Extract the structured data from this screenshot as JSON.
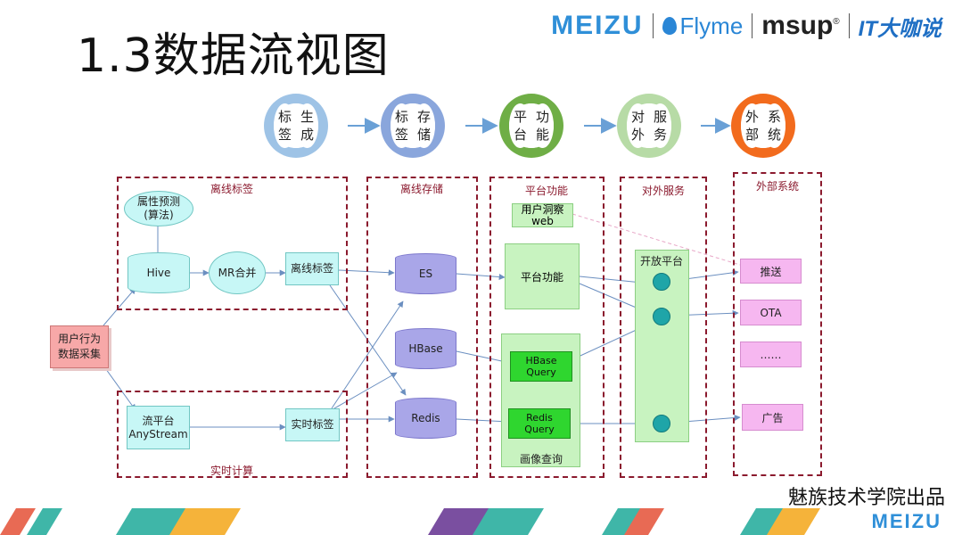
{
  "page_title": "1.3数据流视图",
  "logos": {
    "meizu": "MEIZU",
    "flyme": "Flyme",
    "msup": "msup",
    "msup_mark": "®",
    "it": "IT大咖说"
  },
  "stages": [
    {
      "line1": "标签",
      "line2": "生成",
      "color": "#9ec3e6"
    },
    {
      "line1": "标签",
      "line2": "存储",
      "color": "#8aa6dc"
    },
    {
      "line1": "平台",
      "line2": "功能",
      "color": "#6fae46"
    },
    {
      "line1": "对外",
      "line2": "服务",
      "color": "#b7dba6"
    },
    {
      "line1": "外部",
      "line2": "系统",
      "color": "#f26b1d"
    }
  ],
  "sections": {
    "offline_tags": "离线标签",
    "realtime": "实时计算",
    "offline_storage": "离线存储",
    "platform": "平台功能",
    "external_service": "对外服务",
    "external_system": "外部系统"
  },
  "nodes": {
    "attr_predict_1": "属性预测",
    "attr_predict_2": "(算法)",
    "hive": "Hive",
    "mr_merge": "MR合并",
    "offline_tag": "离线标签",
    "user_behavior_1": "用户行为",
    "user_behavior_2": "数据采集",
    "stream_1": "流平台",
    "stream_2": "AnyStream",
    "realtime_tag": "实时标签",
    "es": "ES",
    "hbase": "HBase",
    "redis": "Redis",
    "insight_1": "用户洞察",
    "insight_2": "web",
    "platform_func": "平台功能",
    "hbase_query_1": "HBase",
    "hbase_query_2": "Query",
    "redis_query_1": "Redis",
    "redis_query_2": "Query",
    "portrait_query": "画像查询",
    "open_platform": "开放平台",
    "push": "推送",
    "ota": "OTA",
    "ellipsis": "……",
    "ads": "广告"
  },
  "footer": {
    "credit": "魅族技术学院出品",
    "meizu": "MEIZU"
  },
  "colors": {
    "section_border": "#8b1a2e",
    "arrow": "#6b8fc0",
    "cyan_node": "#c7f7f6",
    "cylinder": "#a9a6e8",
    "green": "#2fd62f",
    "pink": "#f6b7f0"
  }
}
